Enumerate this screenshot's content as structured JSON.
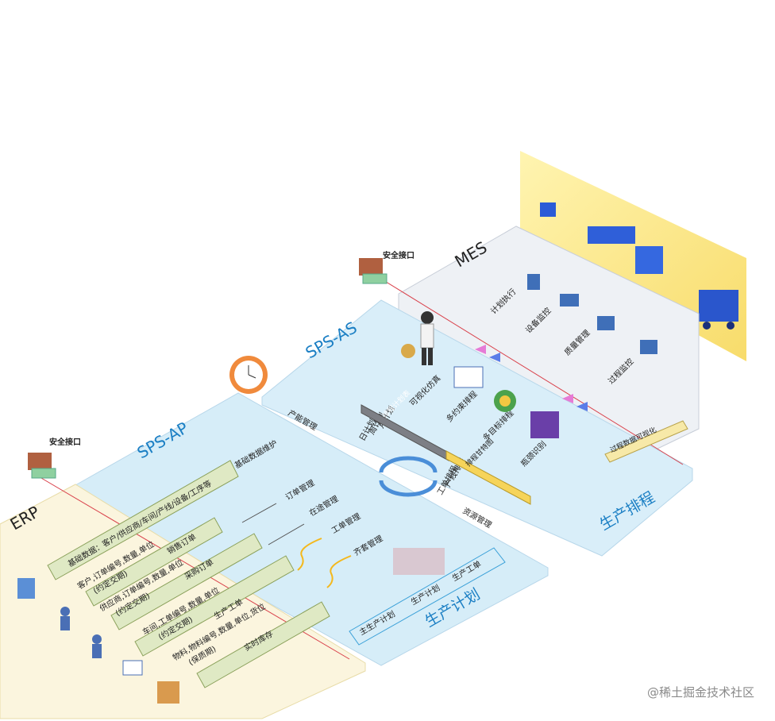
{
  "labels": {
    "erp": "ERP",
    "sps_ap": "SPS-AP",
    "sps_as": "SPS-AS",
    "mes": "MES",
    "secure_port_left": "安全接口",
    "secure_port_right": "安全接口",
    "production_plan": "生产计划",
    "production_schedule": "生产排程"
  },
  "erp_arrows": [
    {
      "text": "基础数据：客户/供应商/车间/产线/设备/工序等"
    },
    {
      "text": "客户,订单编号,数量,单位",
      "sub": "(约定交期)",
      "tag": "销售订单"
    },
    {
      "text": "供应商,订单编号,数量,单位",
      "sub": "(约定交期)",
      "tag": "采购订单"
    },
    {
      "text": "车间,工单编号,数量,单位",
      "sub": "(约定交期)",
      "tag": "生产工单"
    },
    {
      "text": "物料,物料编号,数量,单位,货位",
      "sub": "(保质期)",
      "tag": "实时库存"
    }
  ],
  "ap_items": [
    "基础数据维护",
    "订单管理",
    "在途管理",
    "工单管理",
    "齐套管理"
  ],
  "ap_plan_items": [
    "主生产计划",
    "生产计划",
    "生产工单"
  ],
  "mid_labels": {
    "capacity": "产能管理",
    "resource": "资源管理",
    "month_plan": "月计划",
    "week_plan": "周计划",
    "day_plan": "日计划",
    "line_schedule": "产线排程",
    "order_schedule": "工单排程",
    "bar1": "排程计划表",
    "bar2": "排程甘特图"
  },
  "as_items": [
    "可视化仿真",
    "多约束排程",
    "多目标排程",
    "瓶颈识别"
  ],
  "mes_items": [
    "计划执行",
    "设备监控",
    "质量管理",
    "过程监控"
  ],
  "mes_tag": "过程数据可视化",
  "watermark": "@稀土掘金技术社区"
}
